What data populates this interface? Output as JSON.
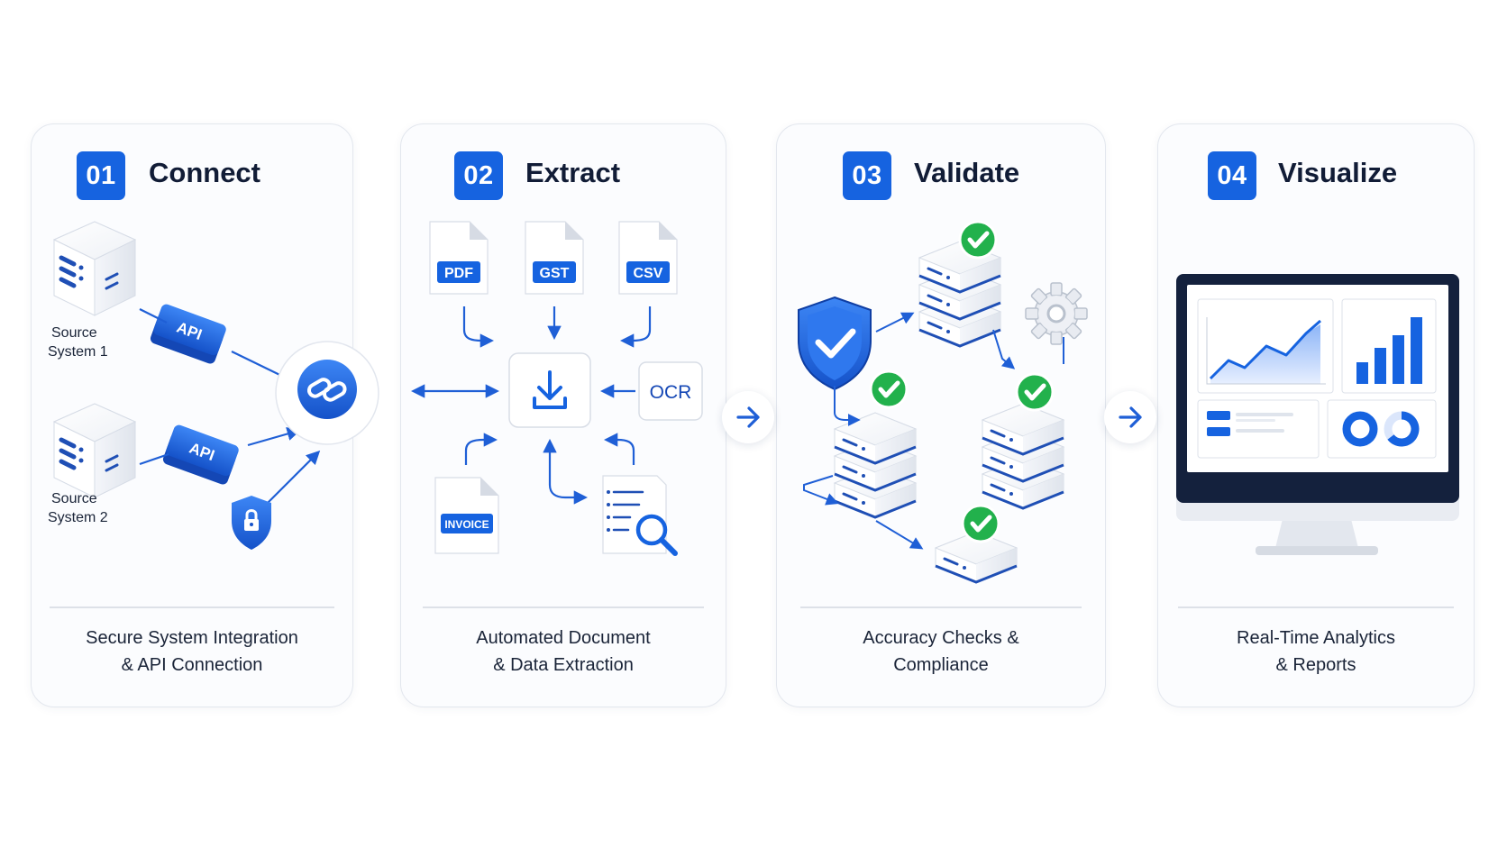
{
  "steps": [
    {
      "number": "01",
      "title": "Connect",
      "description": [
        "Secure System Integration",
        "& API Connection"
      ],
      "labels": {
        "source1": [
          "Source",
          "System 1"
        ],
        "source2": [
          "Source",
          "System 2"
        ],
        "api": "API"
      }
    },
    {
      "number": "02",
      "title": "Extract",
      "description": [
        "Automated Document",
        "& Data Extraction"
      ],
      "labels": {
        "pdf": "PDF",
        "gst": "GST",
        "csv": "CSV",
        "ocr": "OCR",
        "invoice": "INVOICE"
      }
    },
    {
      "number": "03",
      "title": "Validate",
      "description": [
        "Accuracy Checks &",
        "Compliance"
      ]
    },
    {
      "number": "04",
      "title": "Visualize",
      "description": [
        "Real-Time Analytics",
        "& Reports"
      ]
    }
  ],
  "icons": {
    "connector": "arrow-right-icon",
    "hub": "link-icon",
    "lock": "lock-shield-icon",
    "download": "download-icon",
    "search": "magnifier-icon",
    "shield": "shield-check-icon",
    "check": "check-circle-icon",
    "gear": "gear-icon",
    "monitor": "monitor-icon"
  },
  "colors": {
    "accent": "#1663e0",
    "success": "#22b14c",
    "text": "#111c36",
    "navy": "#14213d"
  }
}
